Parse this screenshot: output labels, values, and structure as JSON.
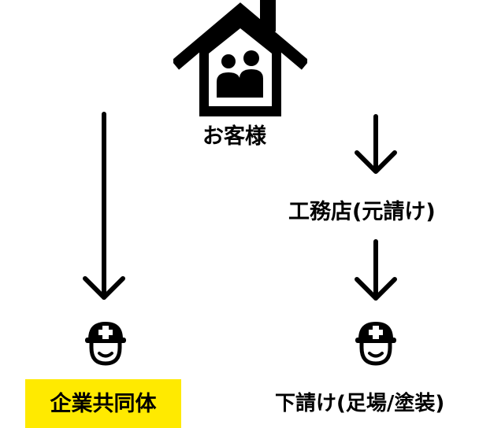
{
  "nodes": {
    "customer": {
      "label": "お客様",
      "icon": "house-with-people-icon"
    },
    "contractor": {
      "label": "工務店(元請け)"
    },
    "joint_venture": {
      "label": "企業共同体",
      "icon": "hard-hat-worker-icon",
      "highlight_color": "#ffea00"
    },
    "subcontractor": {
      "label": "下請け(足場/塗装)",
      "icon": "hard-hat-worker-icon"
    }
  },
  "edges": [
    {
      "from": "customer",
      "to": "joint_venture"
    },
    {
      "from": "customer",
      "to": "contractor"
    },
    {
      "from": "contractor",
      "to": "subcontractor"
    }
  ],
  "colors": {
    "line": "#000000",
    "highlight": "#ffea00",
    "background": "#ffffff"
  }
}
